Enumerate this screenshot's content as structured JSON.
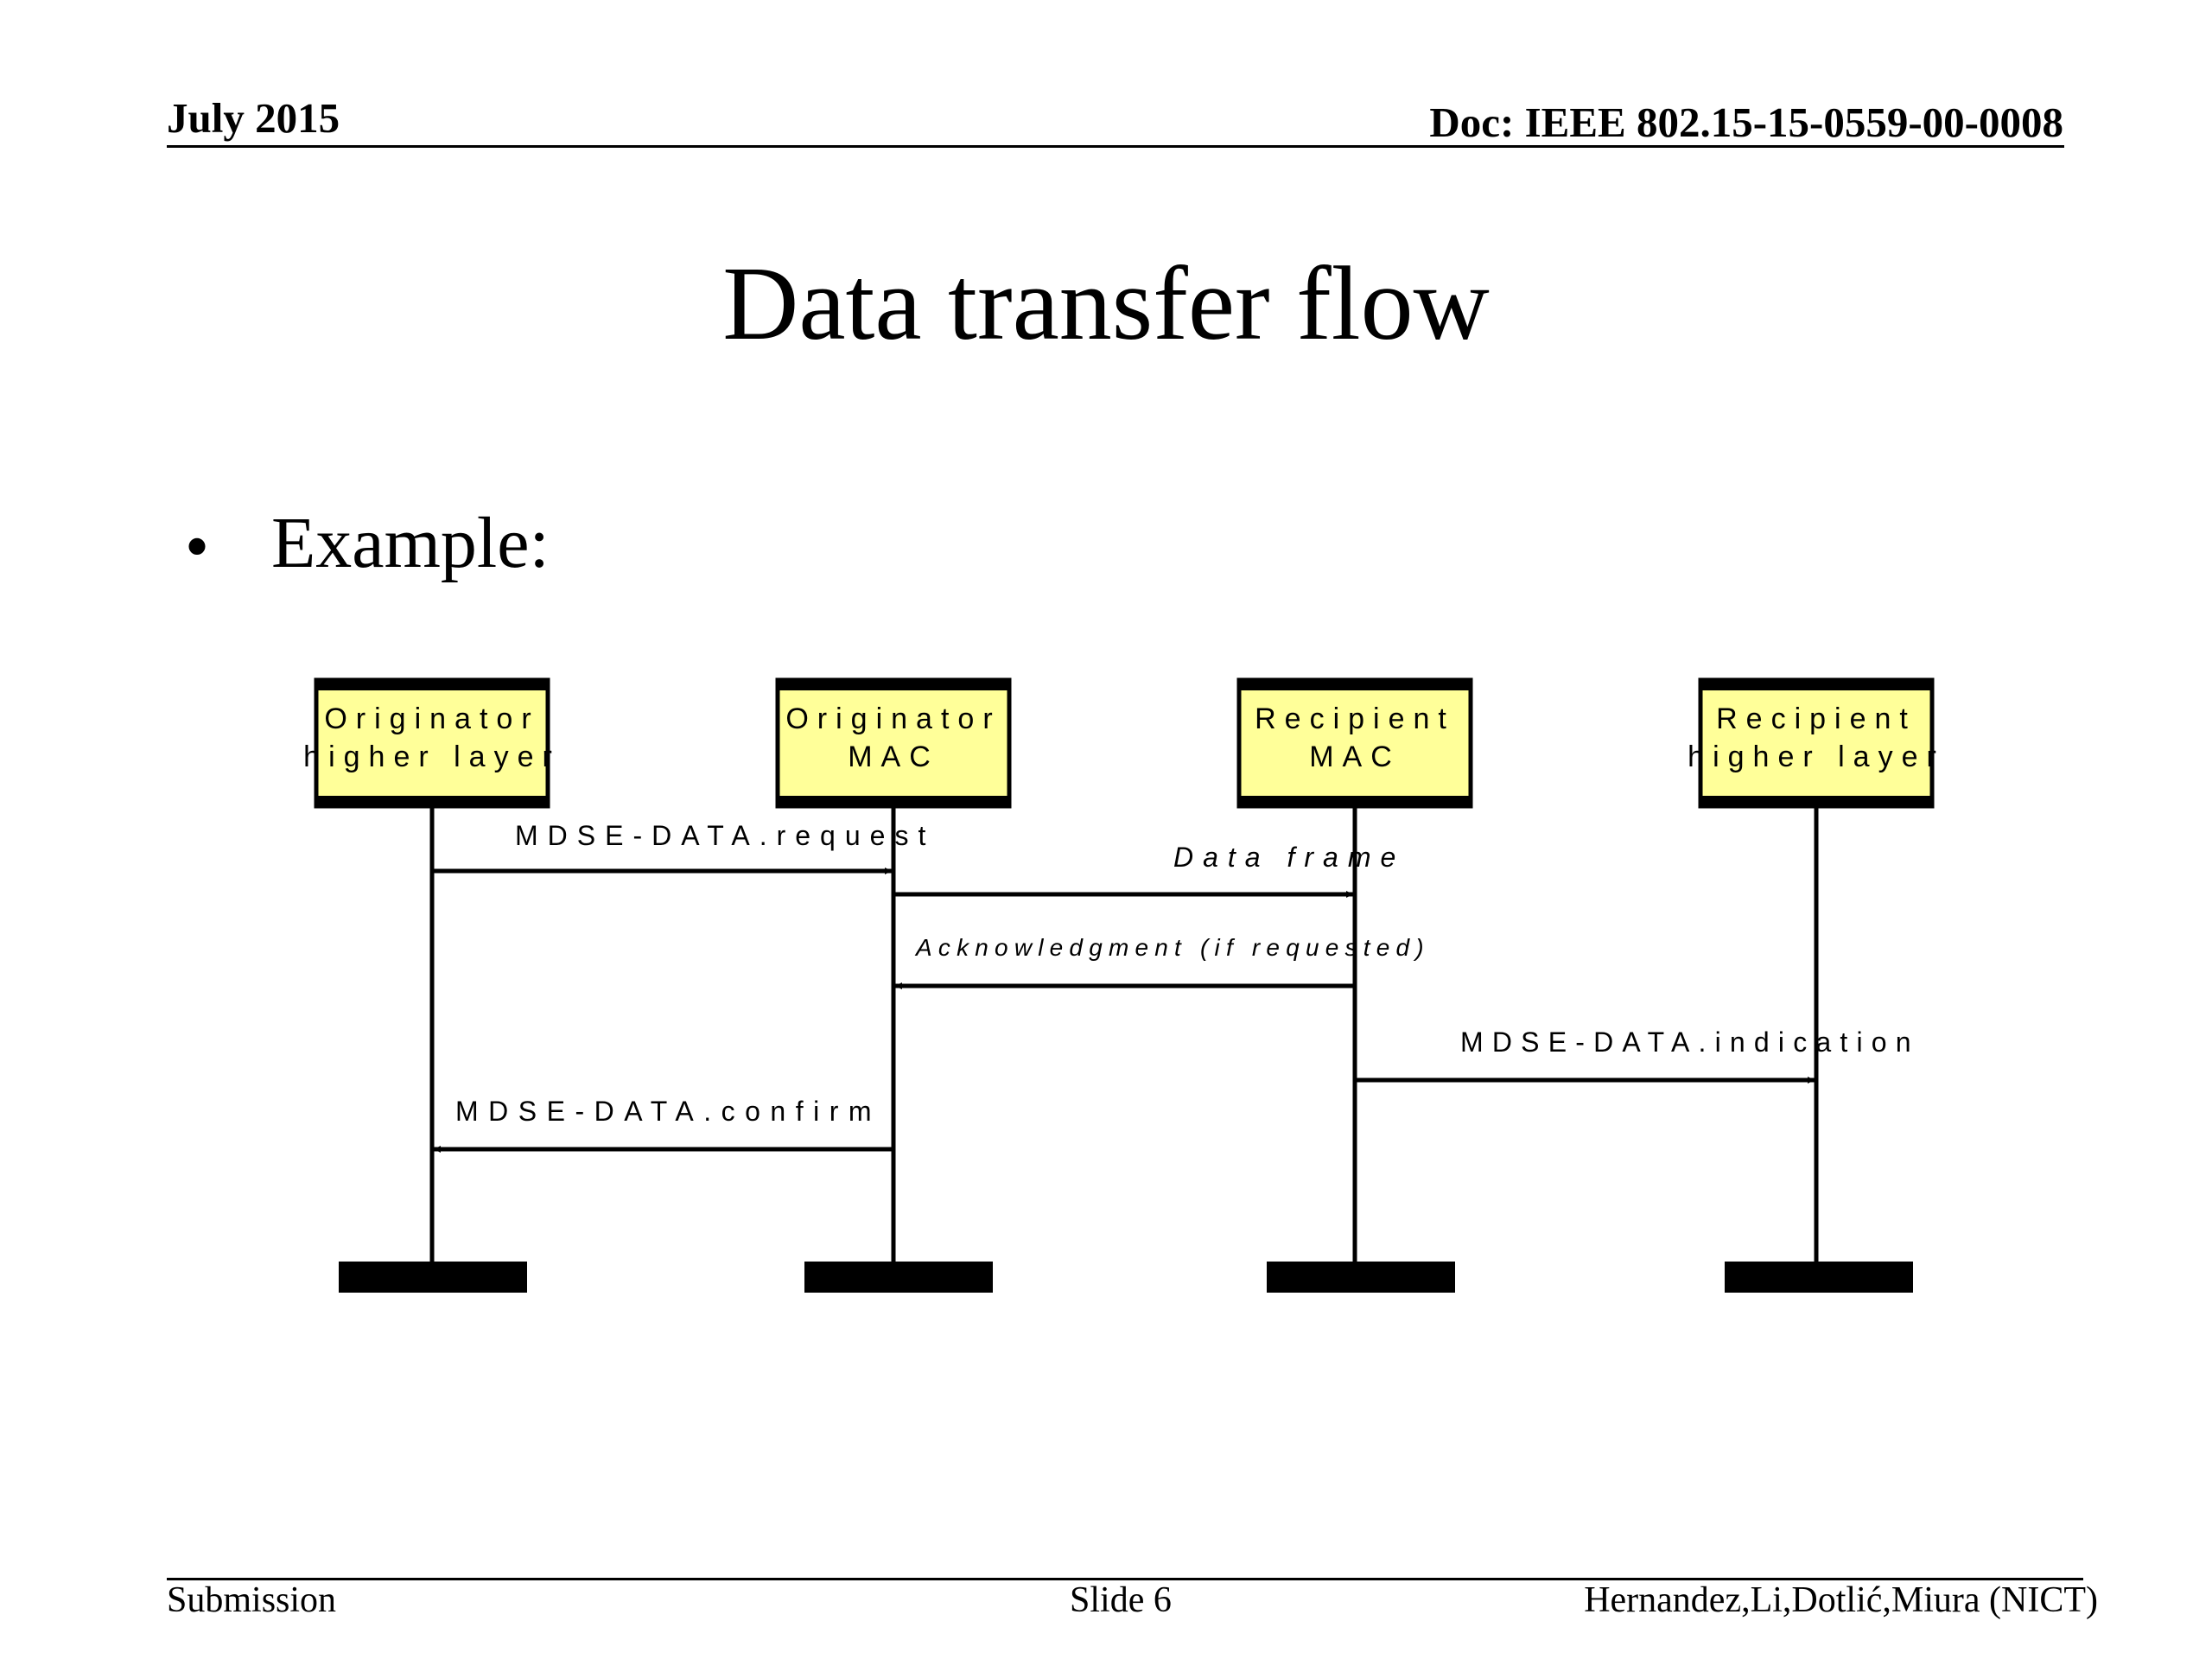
{
  "header": {
    "date": "July 2015",
    "doc": "Doc: IEEE 802.15-15-0559-00-0008"
  },
  "slide": {
    "title": "Data transfer flow",
    "bullet": "Example:"
  },
  "diagram": {
    "box_fill": "#ffff99",
    "entities": [
      {
        "line1": "Originator",
        "line2": "higher layer"
      },
      {
        "line1": "Originator",
        "line2": "MAC"
      },
      {
        "line1": "Recipient",
        "line2": "MAC"
      },
      {
        "line1": "Recipient",
        "line2": "higher layer"
      }
    ],
    "messages": [
      {
        "label": "MDSE-DATA.request",
        "from": 0,
        "to": 1
      },
      {
        "label": "Data frame",
        "from": 1,
        "to": 2
      },
      {
        "label": "Acknowledgment (if requested)",
        "from": 2,
        "to": 1
      },
      {
        "label": "MDSE-DATA.indication",
        "from": 2,
        "to": 3
      },
      {
        "label": "MDSE-DATA.confirm",
        "from": 1,
        "to": 0
      }
    ]
  },
  "footer": {
    "left": "Submission",
    "center": "Slide 6",
    "right": "Hernandez,Li,Dotlić,Miura (NICT)"
  }
}
